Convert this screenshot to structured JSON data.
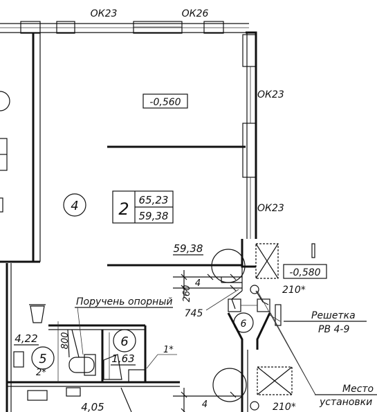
{
  "windows": {
    "top_1": "ОК23",
    "top_2": "ОК26",
    "right_1": "ОК23",
    "right_2": "ОК23"
  },
  "levels": {
    "room_main": "-0,560",
    "outside": "-0,580"
  },
  "room_tags": {
    "main_room_number": "4",
    "wc_room_number": "5",
    "small_room_number": "6",
    "circle_marker": "6"
  },
  "area_box": {
    "apartment_number": "2",
    "area_total": "65,23",
    "area_living": "59,38"
  },
  "areas": {
    "room_area": "59,38",
    "wc_area": "4,22",
    "small_room_area": "1,63",
    "bottom_area": "4,05"
  },
  "dimensions": {
    "d_4_upper": "4",
    "d_4_lower": "4",
    "d_260": "260",
    "d_745": "745",
    "d_800": "800",
    "d_210_upper": "210*",
    "d_210_lower": "210*",
    "d_1star": "1*",
    "d_2star": "2*"
  },
  "callouts": {
    "handrail": "Поручень опорный",
    "grille_line1": "Решетка",
    "grille_line2": "РВ 4-9",
    "place_line1": "Место",
    "place_line2": "установки"
  }
}
